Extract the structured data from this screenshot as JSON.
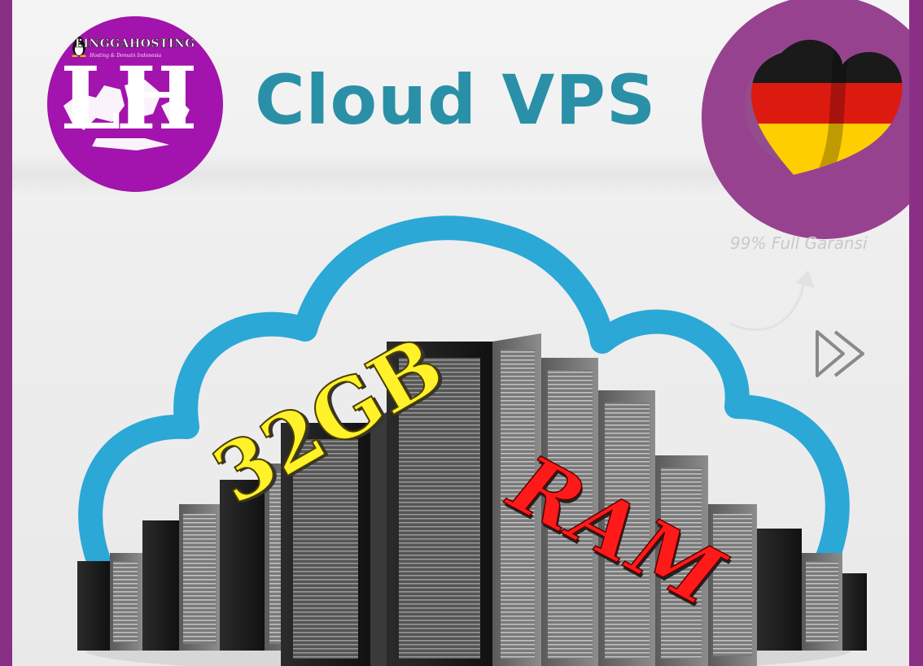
{
  "title": "Cloud VPS",
  "logo": {
    "brand": "LINGGAHOSTING",
    "tagline": "Hosting & Domain Indonesia",
    "initials": "LH",
    "icon": "tux-penguin-icon"
  },
  "badge": {
    "icon": "germany-flag-heart-icon",
    "flag_colors": [
      "#1a1a1a",
      "#dd1a10",
      "#ffce00"
    ]
  },
  "guarantee": "99% Full Garansi",
  "headline": {
    "capacity": "32GB",
    "unit": "RAM"
  },
  "colors": {
    "frame": "#8a2f86",
    "logo_bg": "#a313ad",
    "badge_bg": "#97428f",
    "title": "#2a90a8",
    "cloud": "#2ba8d6",
    "capacity_text": "#fff12a",
    "unit_text": "#ff1a1a"
  },
  "icons": {
    "arrow": "curved-arrow-icon",
    "play": "play-icon"
  }
}
